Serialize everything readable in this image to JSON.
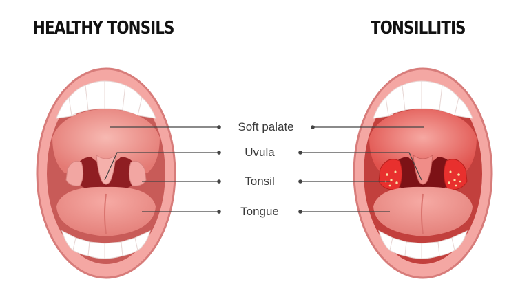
{
  "titles": {
    "left": "HEALTHY TONSILS",
    "right": "TONSILLITIS"
  },
  "labels": {
    "soft_palate": "Soft palate",
    "uvula": "Uvula",
    "tonsil": "Tonsil",
    "tongue": "Tongue"
  },
  "colors": {
    "lip": "#f4a7a3",
    "lip_edge": "#d77c7a",
    "mouth_interior": "#e9827d",
    "throat": "#8f1e22",
    "healthy_tonsil": "#f2a6a2",
    "inflamed_tonsil": "#e8302e",
    "pus_spots": "#f7e3a8",
    "teeth": "#ffffff",
    "tongue": "#f0918c",
    "callout_line": "#444444"
  }
}
